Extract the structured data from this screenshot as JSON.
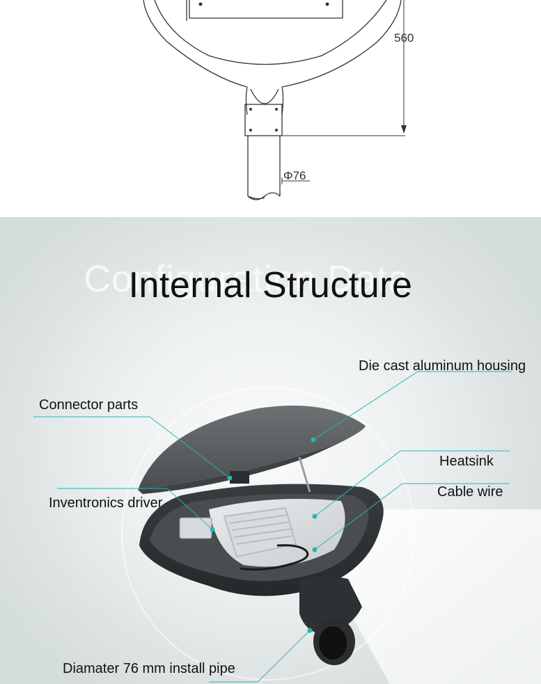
{
  "drawing": {
    "height_dimension": "560",
    "pipe_diameter": "Φ76"
  },
  "section": {
    "title": "Internal Structure",
    "ghost_text": "Configuration Data"
  },
  "callouts": {
    "housing": "Die cast aluminum housing",
    "connector": "Connector parts",
    "heatsink": "Heatsink",
    "cable": "Cable wire",
    "driver": "Inventronics driver",
    "pipe": "Diamater 76 mm install pipe"
  },
  "colors": {
    "callout_line": "#2bb3b3",
    "housing_dark": "#3f4244",
    "housing_lid": "#5d6063"
  }
}
